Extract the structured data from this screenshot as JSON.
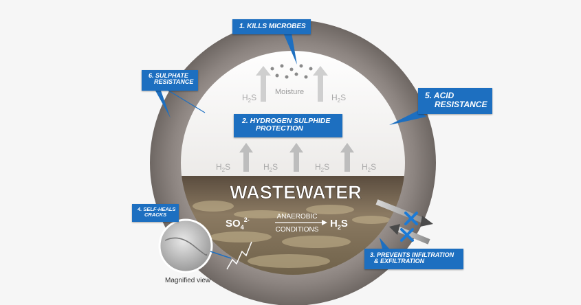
{
  "callouts": {
    "kills_microbes": "1. KILLS MICROBES",
    "hydrogen_sulphide": [
      "2. HYDROGEN SULPHIDE",
      "PROTECTION"
    ],
    "prevents_infiltration": [
      "3. PREVENTS INFILTRATION",
      "& EXFILTRATION"
    ],
    "self_heals": [
      "4. SELF-HEALS",
      "CRACKS"
    ],
    "acid_resistance": [
      "5. ACID",
      "RESISTANCE"
    ],
    "sulphate_resistance": [
      "6. SULPHATE",
      "RESISTANCE"
    ]
  },
  "labels": {
    "moisture": "Moisture",
    "h2s": "H",
    "h2s_sub": "2",
    "h2s_s": "S",
    "wastewater": "WASTEWATER",
    "reaction_left": "SO",
    "reaction_left_sub": "4",
    "reaction_left_sup": "2-",
    "reaction_top": "ANAEROBIC",
    "reaction_bottom": "CONDITIONS",
    "magnified_view": "Magnified view"
  },
  "colors": {
    "callout_blue": "#1d6fc0",
    "concrete": "#8f8682",
    "cross_mark": "#1b7ad6"
  }
}
